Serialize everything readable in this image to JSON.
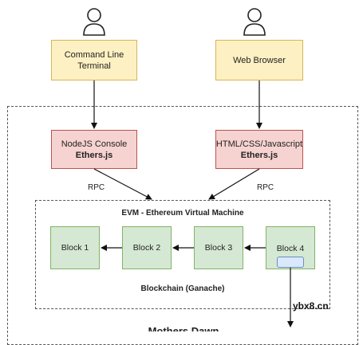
{
  "users": {
    "left_icon": "user-icon",
    "right_icon": "user-icon"
  },
  "nodes": {
    "terminal": {
      "line1": "Command Line",
      "line2": "Terminal"
    },
    "browser": {
      "label": "Web Browser"
    },
    "node_console": {
      "line1": "NodeJS Console",
      "line2": "Ethers.js"
    },
    "html_app": {
      "line1": "HTML/CSS/Javascript",
      "line2": "Ethers.js"
    }
  },
  "edges": {
    "rpc_left": "RPC",
    "rpc_right": "RPC"
  },
  "evm": {
    "title": "EVM - Ethereum Virtual Machine",
    "blocks": [
      "Block 1",
      "Block 2",
      "Block 3",
      "Block 4"
    ],
    "blockchain_label": "Blockchain (Ganache)"
  },
  "outer": {
    "bottom_label": "Mothers Dawn"
  },
  "watermark": "ybx8.cn",
  "colors": {
    "yellow_fill": "#fdf0c2",
    "red_fill": "#f6d3d0",
    "green_fill": "#d5e8d4",
    "block_detail_fill": "#dae8fc"
  }
}
